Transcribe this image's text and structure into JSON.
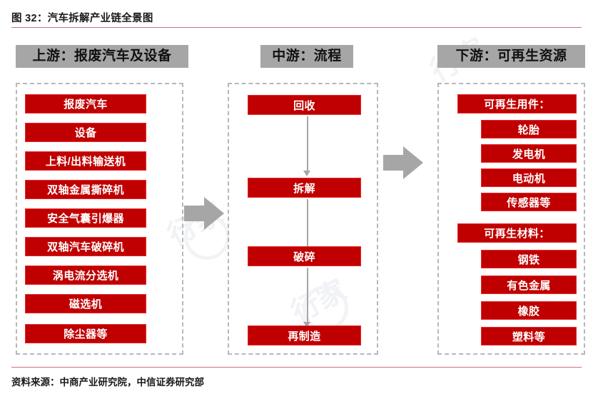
{
  "figure": {
    "title": "图 32：汽车拆解产业链全景图",
    "source": "资料来源：中商产业研究院，中信证券研究部"
  },
  "colors": {
    "box_fill": "#C00000",
    "box_border": "#e8262b",
    "header_fill": "#a6a6a6",
    "panel_border": "#b8b8b8",
    "rule": "#c9737c",
    "arrow": "#a6a6a6"
  },
  "watermarks": [
    "行家",
    "行家",
    "行家"
  ],
  "columns": {
    "upstream": {
      "header": "上游：报废汽车及设备",
      "items": [
        {
          "label": "报废汽车"
        },
        {
          "label": "设备"
        },
        {
          "label": "上料/出料输送机"
        },
        {
          "label": "双轴金属撕碎机"
        },
        {
          "label": "安全气囊引爆器"
        },
        {
          "label": "双轴汽车破碎机"
        },
        {
          "label": "涡电流分选机"
        },
        {
          "label": "磁选机"
        },
        {
          "label": "除尘器等"
        }
      ]
    },
    "midstream": {
      "header": "中游：流程",
      "steps": [
        {
          "label": "回收"
        },
        {
          "label": "拆解"
        },
        {
          "label": "破碎"
        },
        {
          "label": "再制造"
        }
      ]
    },
    "downstream": {
      "header": "下游：可再生资源",
      "groups": [
        {
          "title": "可再生用件：",
          "items": [
            {
              "label": "轮胎"
            },
            {
              "label": "发电机"
            },
            {
              "label": "电动机"
            },
            {
              "label": "传感器等"
            }
          ]
        },
        {
          "title": "可再生材料：",
          "items": [
            {
              "label": "钢铁"
            },
            {
              "label": "有色金属"
            },
            {
              "label": "橡胶"
            },
            {
              "label": "塑料等"
            }
          ]
        }
      ]
    }
  }
}
